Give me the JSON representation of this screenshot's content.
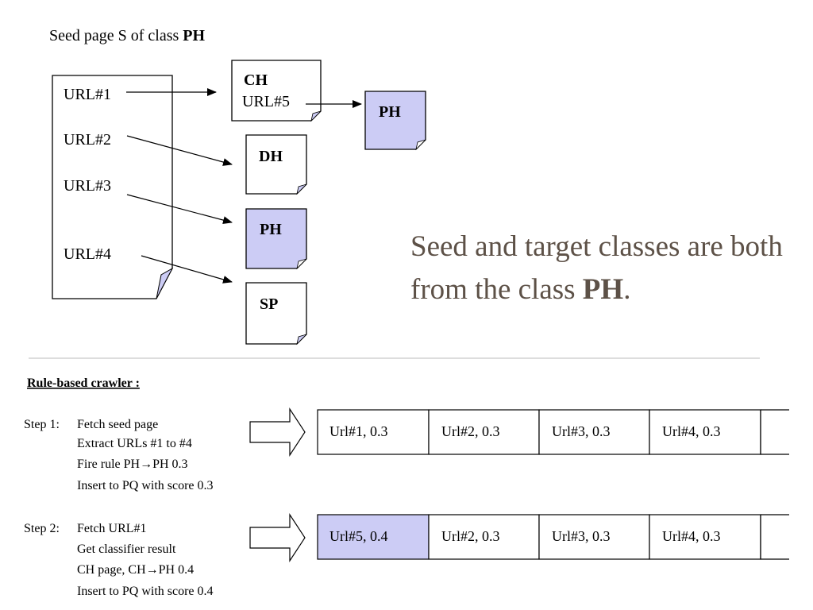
{
  "seed_caption": {
    "prefix": "Seed page S of class ",
    "class": "PH"
  },
  "seed_urls": [
    "URL#1",
    "URL#2",
    "URL#3",
    "URL#4"
  ],
  "pages": {
    "ch": {
      "label": "CH",
      "url": "URL#5"
    },
    "ph_linked": {
      "label": "PH"
    },
    "dh": {
      "label": "DH"
    },
    "ph": {
      "label": "PH"
    },
    "sp": {
      "label": "SP"
    }
  },
  "note": {
    "text": "Seed and target classes are both from the class ",
    "class": "PH",
    "end": "."
  },
  "section_title": "Rule-based crawler :",
  "steps": [
    {
      "label": "Step 1:",
      "lines": [
        "Fetch seed page",
        "Extract URLs #1 to #4",
        "Fire rule PH→PH 0.3",
        "Insert to PQ with score 0.3"
      ],
      "queue": [
        "Url#1, 0.3",
        "Url#2, 0.3",
        "Url#3, 0.3",
        "Url#4, 0.3",
        ""
      ],
      "highlight_first": false
    },
    {
      "label": "Step 2:",
      "lines": [
        "Fetch URL#1",
        "Get classifier result",
        "CH page, CH→PH 0.4",
        "Insert to PQ with score 0.4"
      ],
      "queue": [
        "Url#5, 0.4",
        "Url#2, 0.3",
        "Url#3, 0.3",
        "Url#4, 0.3",
        ""
      ],
      "highlight_first": true
    }
  ],
  "colors": {
    "highlight": "#ccccf5",
    "note_text": "#5d5147",
    "rule": "#bbbbbb"
  }
}
